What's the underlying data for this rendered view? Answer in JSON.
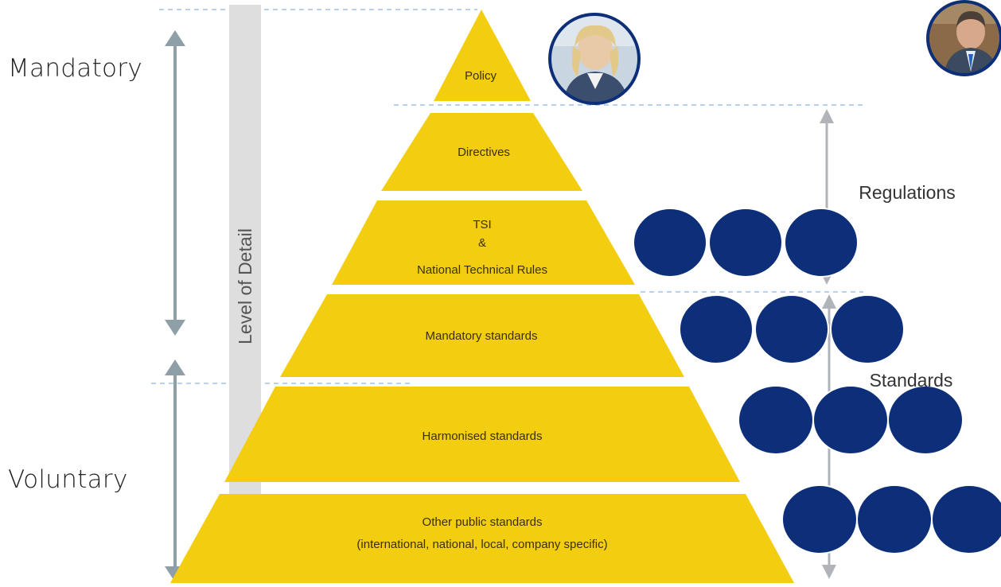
{
  "labels": {
    "mandatory": "Mandatory",
    "voluntary": "Voluntary",
    "level_of_detail": "Level of Detail",
    "regulations": "Regulations",
    "standards": "Standards"
  },
  "tiers": [
    {
      "lines": [
        "Policy"
      ]
    },
    {
      "lines": [
        "Directives"
      ]
    },
    {
      "lines": [
        "TSI",
        "&",
        "National Technical Rules"
      ]
    },
    {
      "lines": [
        "Mandatory standards"
      ]
    },
    {
      "lines": [
        "Harmonised standards"
      ]
    },
    {
      "lines": [
        "Other public standards",
        "(international, national, local, company specific)"
      ]
    }
  ],
  "colors": {
    "pyramid": "#f3cd10",
    "tier_text": "#3a3000",
    "navy": "#0d2f79",
    "arrow_gray": "#8f9fa8",
    "detail_arrow": "#dedede",
    "guide_line": "#9fc3e6"
  },
  "circle_rows": [
    {
      "count": 3
    },
    {
      "count": 3
    },
    {
      "count": 3
    },
    {
      "count": 3
    }
  ],
  "photos": [
    {
      "name": "woman-portrait"
    },
    {
      "name": "man-portrait"
    }
  ]
}
